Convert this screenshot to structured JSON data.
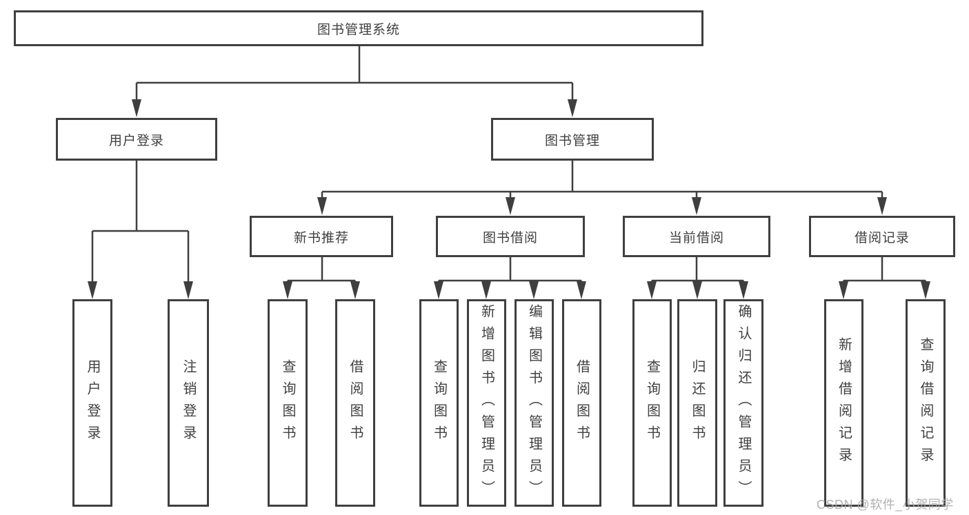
{
  "tree": {
    "label": "图书管理系统",
    "children": [
      {
        "label": "用户登录",
        "children": [
          {
            "label": "用户登录"
          },
          {
            "label": "注销登录"
          }
        ]
      },
      {
        "label": "图书管理",
        "children": [
          {
            "label": "新书推荐",
            "children": [
              {
                "label": "查询图书"
              },
              {
                "label": "借阅图书"
              }
            ]
          },
          {
            "label": "图书借阅",
            "children": [
              {
                "label": "查询图书"
              },
              {
                "label": "新增图书（管理员）"
              },
              {
                "label": "编辑图书（管理员）"
              },
              {
                "label": "借阅图书"
              }
            ]
          },
          {
            "label": "当前借阅",
            "children": [
              {
                "label": "查询图书"
              },
              {
                "label": "归还图书"
              },
              {
                "label": "确认归还（管理员）"
              }
            ]
          },
          {
            "label": "借阅记录",
            "children": [
              {
                "label": "新增借阅记录"
              },
              {
                "label": "查询借阅记录"
              }
            ]
          }
        ]
      }
    ]
  },
  "watermark": "CSDN @软件_小贺同学",
  "colors": {
    "line": "#3f3f3f",
    "text": "#404040",
    "watermark": "#a8a8a8",
    "background": "#ffffff"
  }
}
